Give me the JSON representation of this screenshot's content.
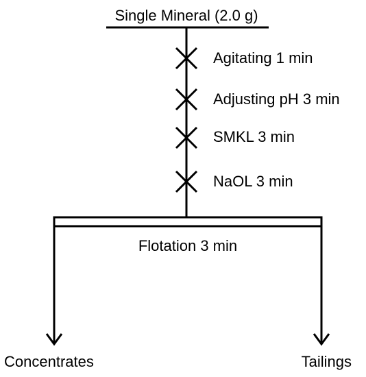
{
  "diagram": {
    "feed_label": "Single Mineral (2.0 g)",
    "steps": [
      "Agitating 1 min",
      "Adjusting pH 3 min",
      "SMKL 3 min",
      "NaOL 3 min"
    ],
    "flotation_label": "Flotation 3 min",
    "outputs": {
      "left": "Concentrates",
      "right": "Tailings"
    }
  }
}
